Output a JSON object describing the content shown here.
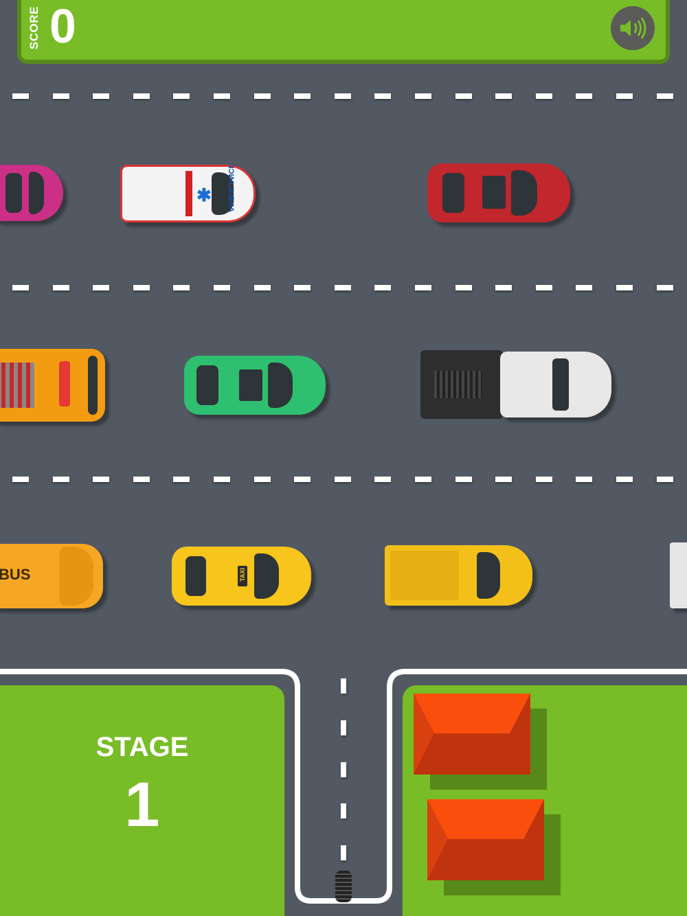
{
  "hud": {
    "score_label": "SCORE",
    "score_value": "0",
    "sound_icon": "speaker-on-icon"
  },
  "stage": {
    "label": "STAGE",
    "number": "1"
  },
  "vehicle_labels": {
    "ambulance": "AMBULANCE",
    "bus": "BUS",
    "taxi": "TAXI"
  },
  "colors": {
    "road": "#525962",
    "grass": "#78bc27",
    "grass_dark": "#57891a",
    "roof": "#e84a0c",
    "roof_dark": "#c0330f",
    "lane_mark": "#ffffff"
  }
}
